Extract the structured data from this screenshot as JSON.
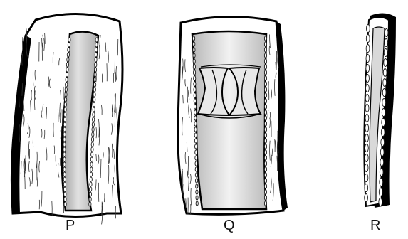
{
  "figure": {
    "labels": [
      "P",
      "Q",
      "R"
    ],
    "colors": {
      "outline": "#000000",
      "wall": "#ffffff",
      "lumen": "#c8c8c8",
      "cell": "#1a1a1a"
    }
  }
}
